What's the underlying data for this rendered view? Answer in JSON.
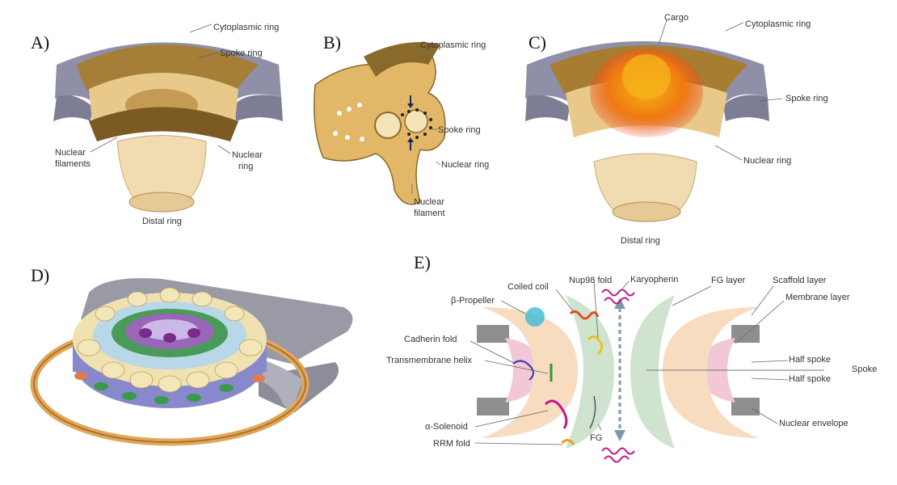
{
  "panels": {
    "a": {
      "label": "A)",
      "labels": {
        "cytoplasmic": "Cytoplasmic ring",
        "spoke": "Spoke ring",
        "nuclear_filaments_1": "Nuclear",
        "nuclear_filaments_2": "filaments",
        "nuclear_ring_1": "Nuclear",
        "nuclear_ring_2": "ring",
        "distal": "Distal ring"
      }
    },
    "b": {
      "label": "B)",
      "labels": {
        "cytoplasmic": "Cytoplasmic ring",
        "spoke": "Spoke ring",
        "nuclear_ring": "Nuclear ring",
        "nuclear_filament_1": "Nuclear",
        "nuclear_filament_2": "filament"
      }
    },
    "c": {
      "label": "C)",
      "labels": {
        "cargo": "Cargo",
        "cytoplasmic": "Cytoplasmic ring",
        "spoke": "Spoke ring",
        "nuclear_ring": "Nuclear ring",
        "distal": "Distal ring"
      }
    },
    "d": {
      "label": "D)"
    },
    "e": {
      "label": "E)",
      "labels": {
        "karyopherin": "Karyopherin",
        "nup98": "Nup98 fold",
        "coiled_coil": "Coiled coil",
        "beta_propeller": "β-Propeller",
        "cadherin": "Cadherin fold",
        "transmembrane": "Transmembrane helix",
        "alpha_solenoid": "α-Solenoid",
        "rrm": "RRM fold",
        "fg": "FG",
        "fg_layer": "FG layer",
        "scaffold_layer": "Scaffold layer",
        "membrane_layer": "Membrane layer",
        "half_spoke_1": "Half spoke",
        "spoke": "Spoke",
        "half_spoke_2": "Half spoke",
        "nuclear_envelope": "Nuclear envelope"
      }
    }
  },
  "colors": {
    "membrane": "#8f8fa8",
    "ring_dark": "#8a6a2a",
    "ring_light": "#e8c98a",
    "cargo": "#f07a10",
    "scaffold": "#f7dcc0",
    "fg_layer": "#cfe3cf",
    "membrane_layer": "#f2c7d6",
    "envelope": "#9a9a9a",
    "karyopherin": "#c2188c",
    "arrow": "#7a9aa8"
  }
}
